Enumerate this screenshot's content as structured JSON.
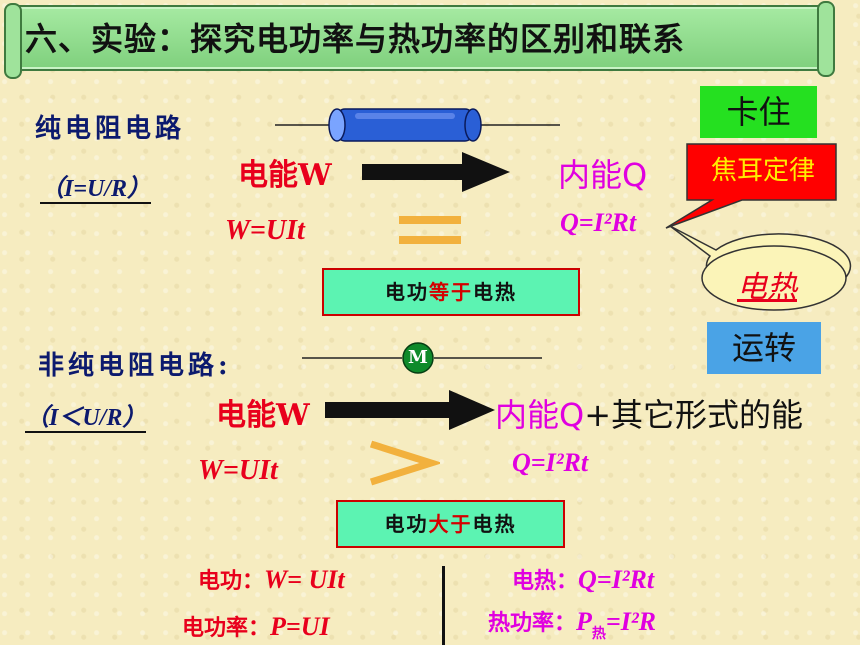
{
  "title": "六、实验：探究电功率与热功率的区别和联系",
  "pure": {
    "label": "纯电阻电路",
    "ohm": "（I=U/R）",
    "energy_in": "电能W",
    "energy_out": "内能Q",
    "w_formula": "W=UIt",
    "q_formula": "Q=I²Rt",
    "relation_prefix": "电功",
    "relation_mid": "等于",
    "relation_suffix": "电热",
    "note1": "卡住",
    "callout": "焦耳定律",
    "bubble": "电热"
  },
  "nonpure": {
    "label": "非纯电阻电路:",
    "motor": "M",
    "ohm": "（I＜U/R）",
    "energy_in": "电能W",
    "energy_out_a": "内能Q",
    "energy_out_b": "+其它形式的能",
    "w_formula": "W=UIt",
    "q_formula": "Q=I²Rt",
    "relation_prefix": "电功",
    "relation_mid": "大于",
    "relation_suffix": "电热",
    "note": "运转"
  },
  "summary": {
    "l1_label": "电功：",
    "l1_formula": "W= UIt",
    "l2_label": "电功率：",
    "l2_formula": "P=UI",
    "r1_label": "电热：",
    "r1_formula": "Q=I²Rt",
    "r2_label": "热功率：",
    "r2_p": "P",
    "r2_sub": "热",
    "r2_formula": "=I²R"
  }
}
